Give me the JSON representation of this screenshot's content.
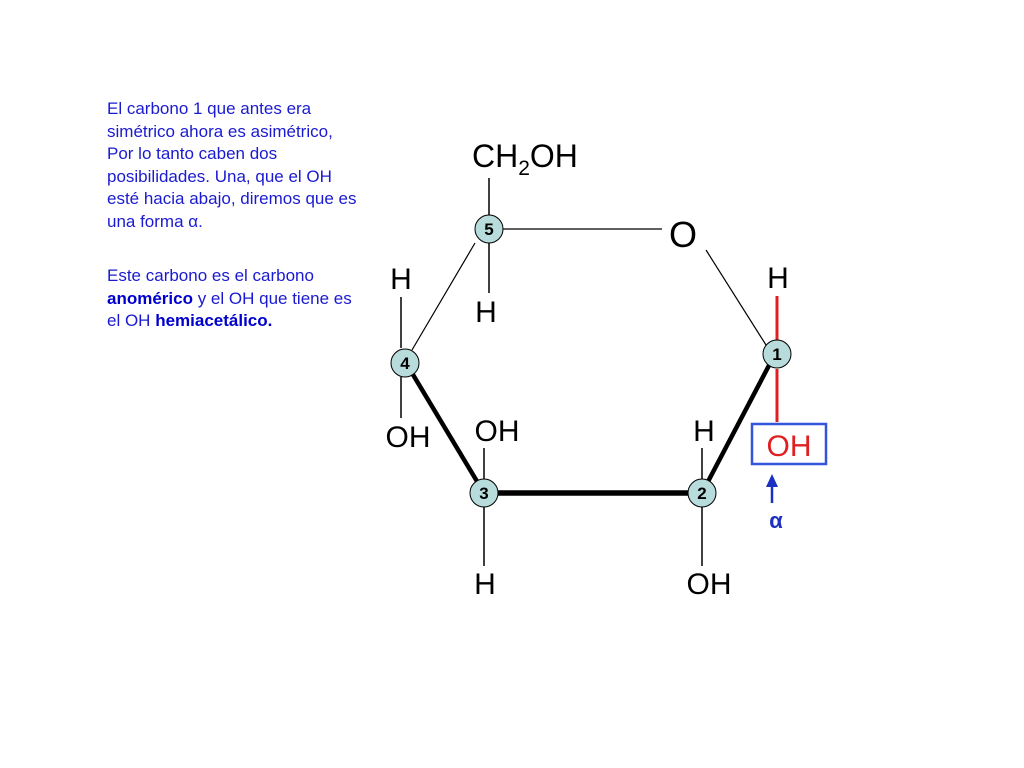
{
  "text": {
    "p1": "El carbono 1 que antes era simétrico ahora es asimétrico, Por lo tanto caben dos posibilidades. Una, que el OH esté hacia abajo, diremos que es una forma α.",
    "p2_a": "Este carbono es el carbono ",
    "p2_b": "anomérico",
    "p2_c": " y el OH que tiene es el OH ",
    "p2_d": "hemiacetálico."
  },
  "molecule": {
    "ch2oh_main": "CH",
    "ch2oh_sub": "2",
    "ch2oh_tail": "OH",
    "ring_o": "O",
    "c5_label": "5",
    "c4_label": "4",
    "c3_label": "3",
    "c2_label": "2",
    "c1_label": "1",
    "c5_h": "H",
    "c4_h": "H",
    "c4_oh": "OH",
    "c3_oh": "OH",
    "c3_h": "H",
    "c2_h": "H",
    "c2_oh": "OH",
    "c1_h": "H",
    "c1_oh": "OH",
    "alpha": "α"
  },
  "colors": {
    "text_blue": "#1a1ad0",
    "node_fill": "#b8dcdc",
    "highlight_red": "#e02020",
    "box_blue": "#3355dd",
    "alpha_blue": "#1a30c0"
  }
}
